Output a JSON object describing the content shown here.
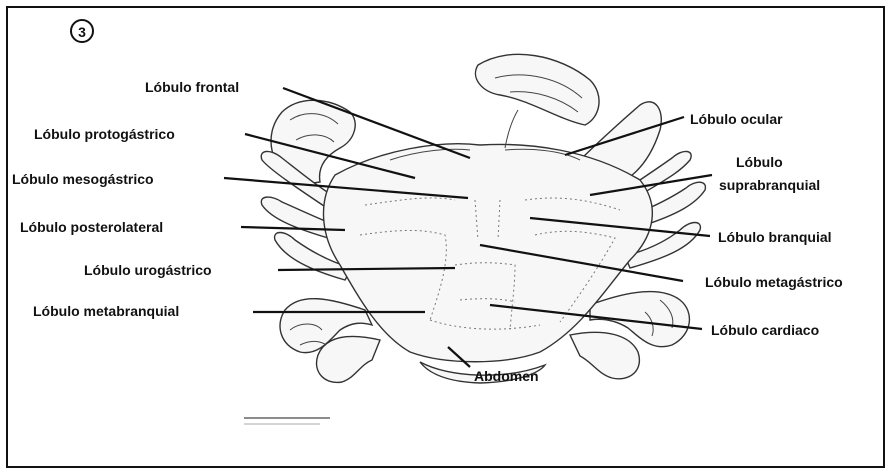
{
  "figure": {
    "number": "3",
    "labels": {
      "frontal": "Lóbulo frontal",
      "protogastrico": "Lóbulo protogástrico",
      "mesogastrico": "Lóbulo mesogástrico",
      "posterolateral": "Lóbulo posterolateral",
      "urogastrico": "Lóbulo urogástrico",
      "metabranquial": "Lóbulo metabranquial",
      "ocular": "Lóbulo ocular",
      "suprabranquial_1": "Lóbulo",
      "suprabranquial_2": "suprabranquial",
      "branquial": "Lóbulo branquial",
      "metagastrico": "Lóbulo metagástrico",
      "cardiaco": "Lóbulo cardiaco",
      "abdomen": "Abdomen"
    }
  }
}
